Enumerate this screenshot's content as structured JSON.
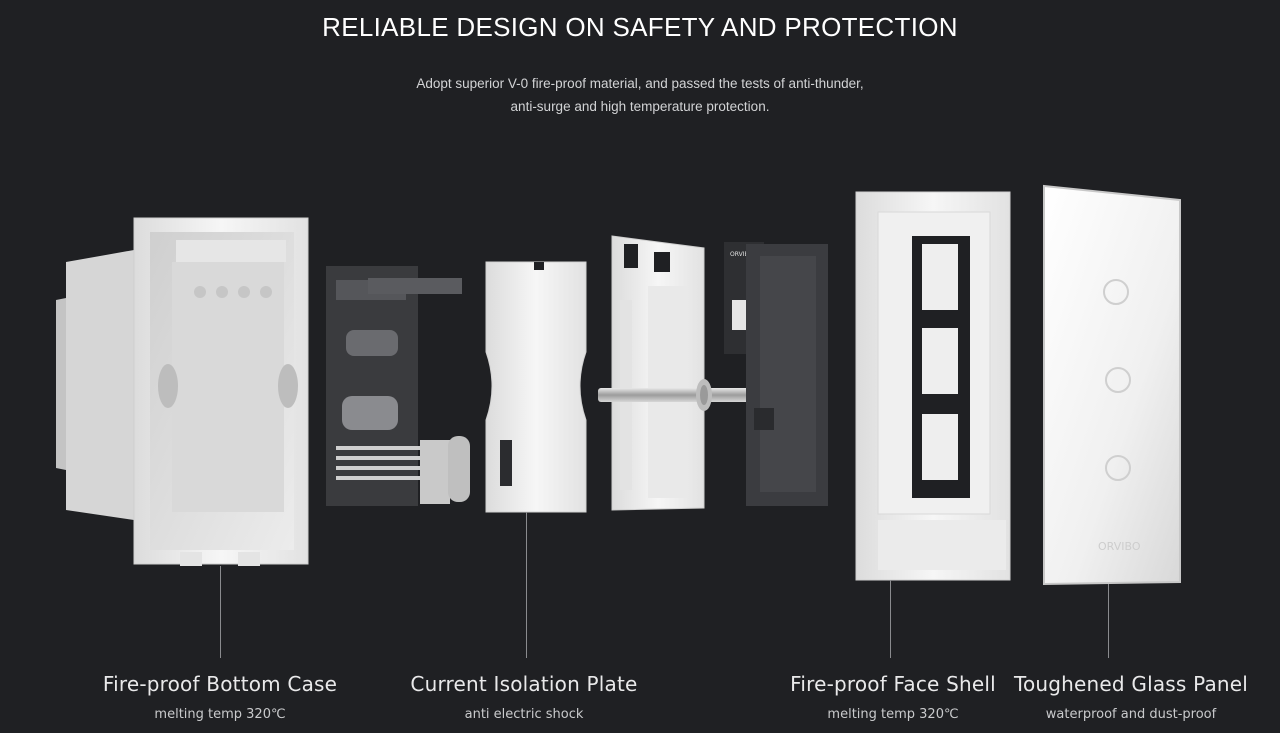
{
  "header": {
    "title": "RELIABLE DESIGN ON SAFETY AND PROTECTION",
    "subtitle_line1": "Adopt superior V-0 fire-proof material, and passed the tests of anti-thunder,",
    "subtitle_line2": "anti-surge and high temperature protection."
  },
  "components": [
    {
      "name": "Fire-proof Bottom Case",
      "spec": "melting temp 320℃"
    },
    {
      "name": "Current Isolation Plate",
      "spec": "anti electric shock"
    },
    {
      "name": "Fire-proof Face Shell",
      "spec": "melting temp 320℃"
    },
    {
      "name": "Toughened Glass Panel",
      "spec": "waterproof and dust-proof"
    }
  ],
  "brand": {
    "module_text": "ORVIBO",
    "panel_text": "ORVIBO"
  },
  "colors": {
    "background": "#1f2023",
    "part_white": "#f2f2f2",
    "pcb": "#3a3b3e"
  }
}
